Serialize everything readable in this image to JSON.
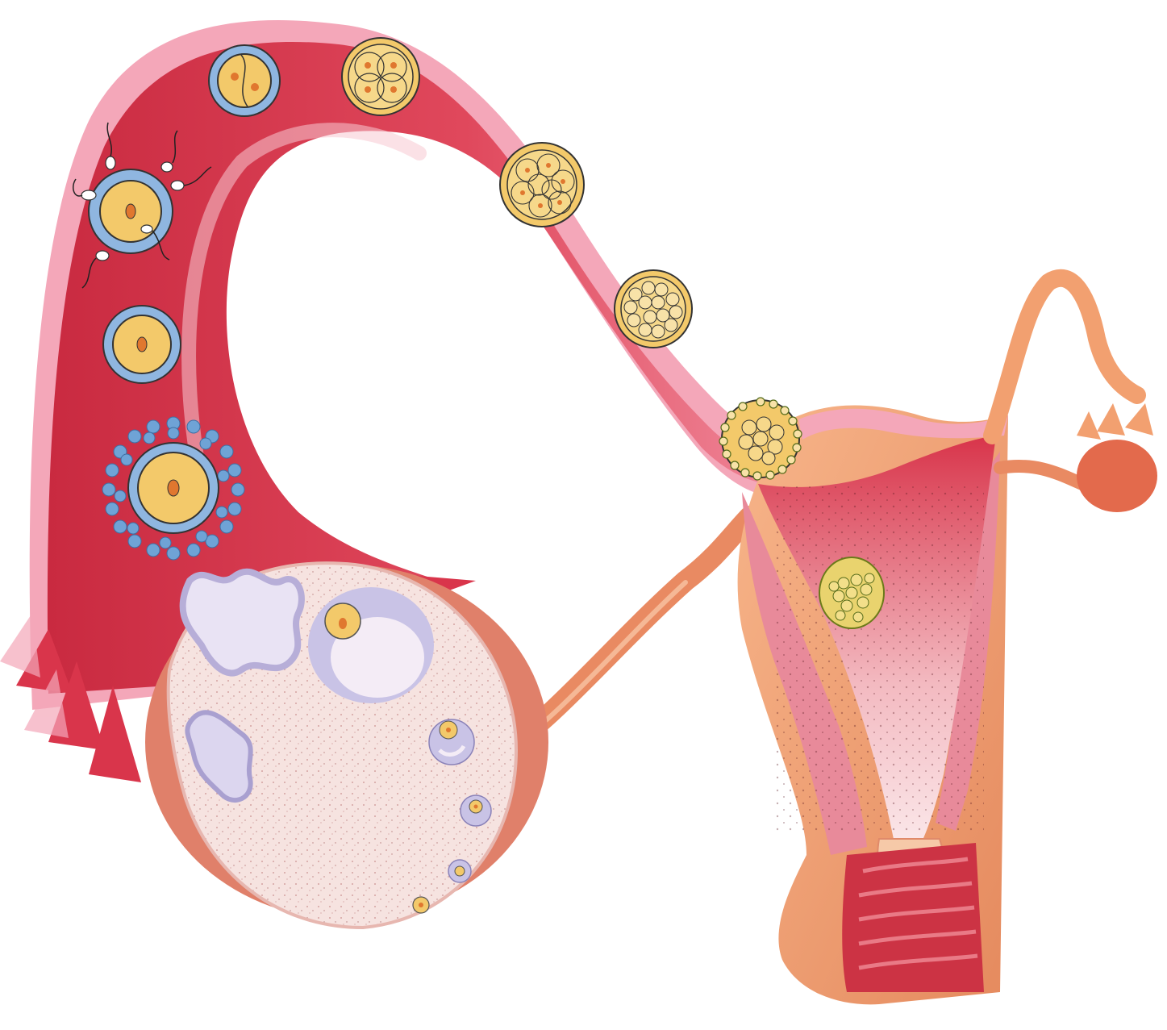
{
  "figure": {
    "subject": "female-reproductive-tract-fertilization-and-early-embryo-development",
    "text_labels": []
  },
  "palette": {
    "tube_outer": "#f4a7b9",
    "tube_inner": "#d9354b",
    "tube_highlight": "#f7c8d2",
    "uterus_wall": "#f2a070",
    "uterus_cavity": "#d8344a",
    "myometrium": "#e88a9a",
    "ovary_cut": "#f6e3e0",
    "follicle_lilac": "#c9c3e6",
    "zona_blue": "#8fb6e0",
    "yolk": "#f3c96a",
    "nucleus": "#e0772f",
    "corona_blue": "#6fa3d6",
    "vagina_rugae": "#cc3344"
  },
  "stages": [
    {
      "name": "ovulated-oocyte-with-corona",
      "icon": "oocyte-with-corona-icon"
    },
    {
      "name": "oocyte",
      "icon": "oocyte-icon"
    },
    {
      "name": "fertilization-with-sperm",
      "icon": "fertilization-icon"
    },
    {
      "name": "zygote-2-cell",
      "icon": "two-cell-embryo-icon"
    },
    {
      "name": "4-cell",
      "icon": "four-cell-embryo-icon"
    },
    {
      "name": "8-cell",
      "icon": "eight-cell-embryo-icon"
    },
    {
      "name": "morula",
      "icon": "morula-icon"
    },
    {
      "name": "blastocyst",
      "icon": "blastocyst-icon"
    },
    {
      "name": "implanting-blastocyst",
      "icon": "implanting-blastocyst-icon"
    }
  ],
  "follicles": [
    {
      "name": "corpus-luteum",
      "icon": "corpus-luteum-icon"
    },
    {
      "name": "mature-follicle",
      "icon": "mature-follicle-icon"
    },
    {
      "name": "corpus-albicans",
      "icon": "corpus-albicans-icon"
    },
    {
      "name": "secondary-follicle",
      "icon": "secondary-follicle-icon"
    },
    {
      "name": "primary-follicle",
      "icon": "primary-follicle-icon"
    },
    {
      "name": "primordial-follicle",
      "icon": "primordial-follicle-icon"
    }
  ]
}
